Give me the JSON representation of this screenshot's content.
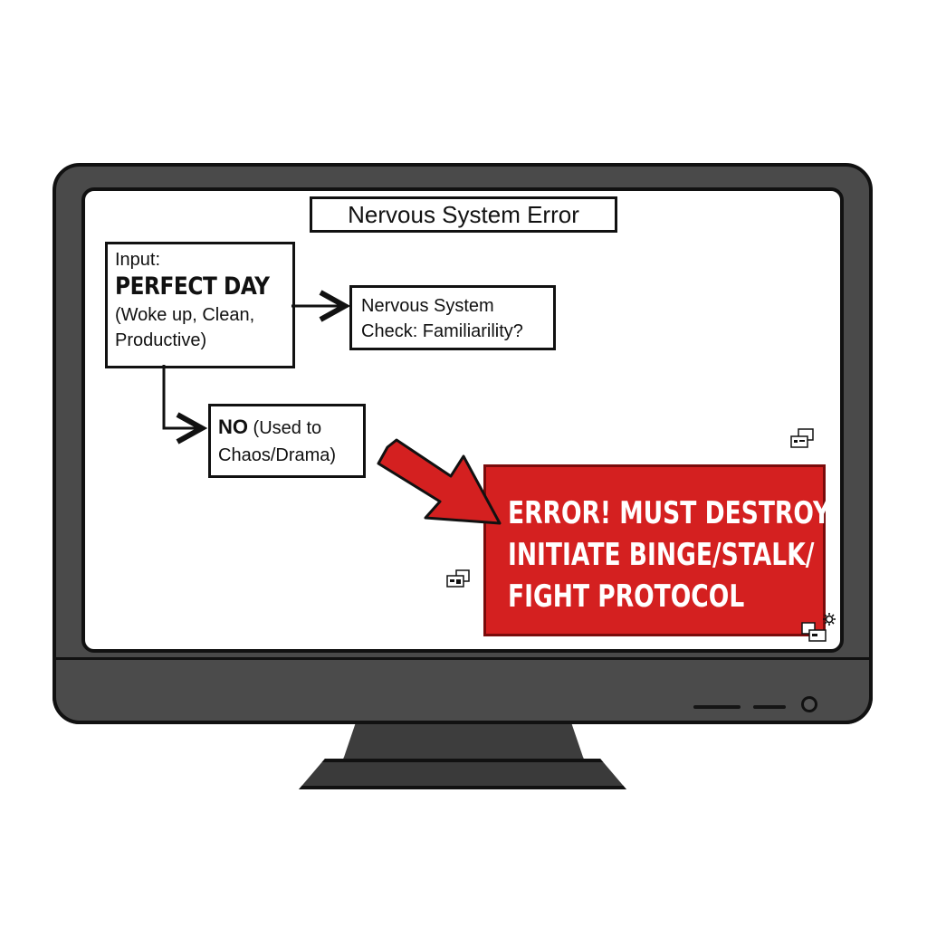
{
  "diagram": {
    "title": "Nervous System Error",
    "input_node": {
      "label": "Input:",
      "value": "PERFECT DAY",
      "detail_line1": "(Woke up, Clean,",
      "detail_line2": "Productive)"
    },
    "check_node": {
      "line1": "Nervous System",
      "line2": "Check: Familiarility?"
    },
    "no_node": {
      "strong": "NO",
      "rest": " (Used to",
      "line2": "Chaos/Drama)"
    },
    "error_node": {
      "line1": "ERROR! MUST DESTROY.",
      "line2": "INITIATE BINGE/STALK/",
      "line3": "FIGHT PROTOCOL"
    }
  },
  "colors": {
    "error_fill": "#d42020",
    "bezel": "#4a4a4a",
    "outline": "#111111"
  },
  "icons": [
    "monitor",
    "arrow-right-icon",
    "big-red-arrow-icon",
    "window-icon",
    "gear-icon"
  ]
}
